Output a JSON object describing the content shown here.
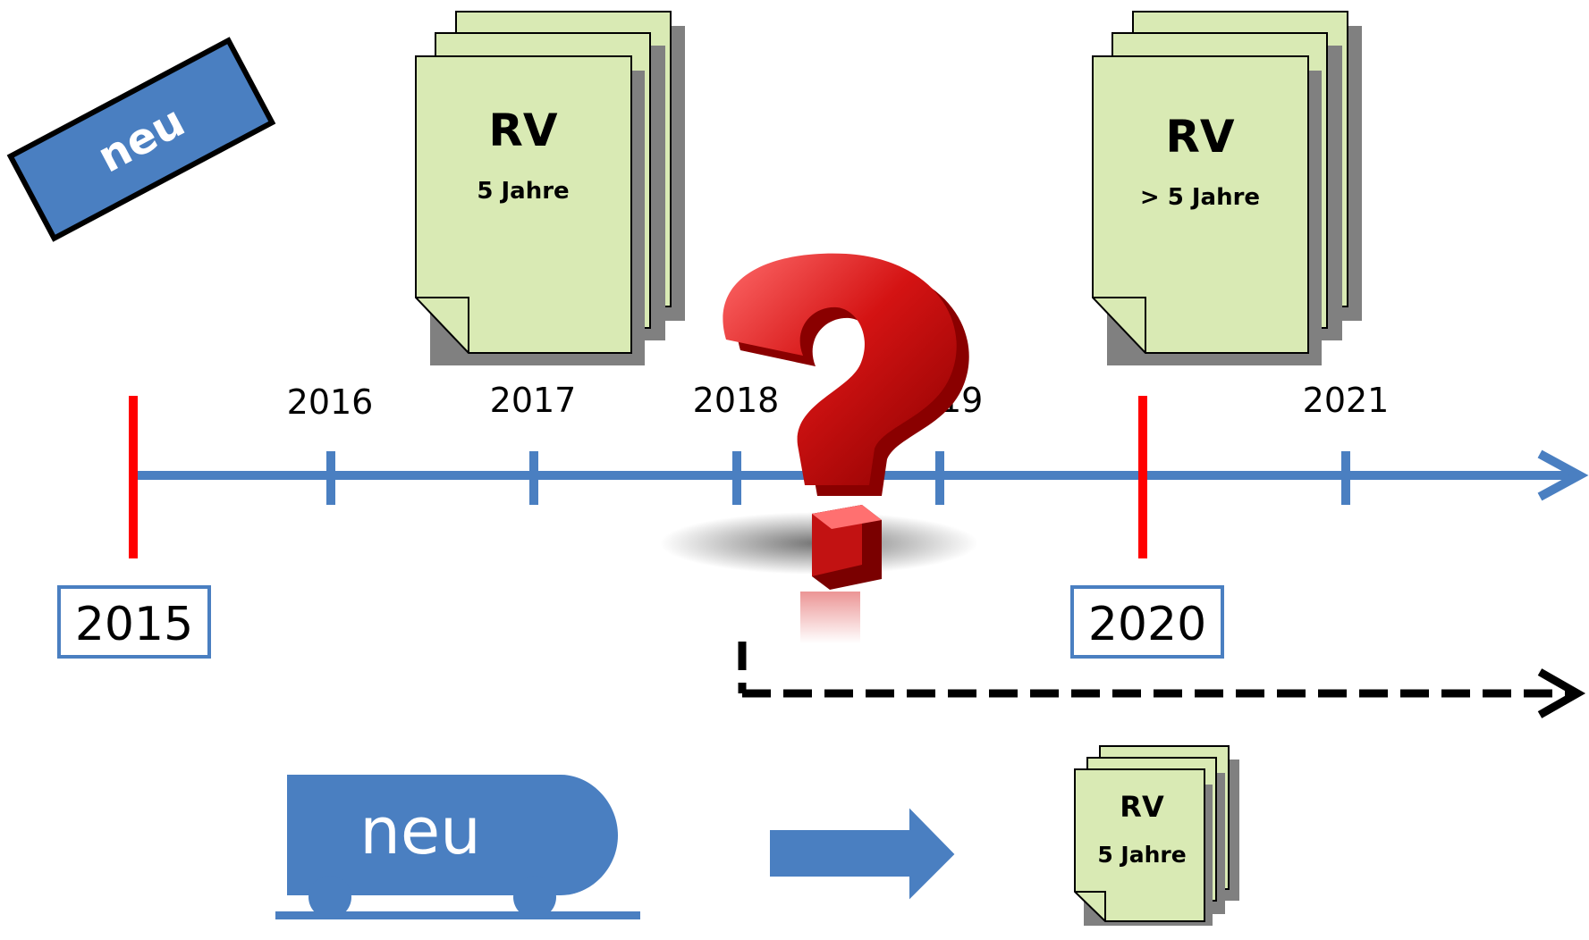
{
  "badge": {
    "label": "neu"
  },
  "timeline": {
    "years": [
      "2016",
      "2017",
      "2018",
      "2019",
      "2021"
    ],
    "highlight_years": [
      "2015",
      "2020"
    ]
  },
  "documents": [
    {
      "title": "RV",
      "subtitle": "5 Jahre"
    },
    {
      "title": "RV",
      "subtitle": "> 5 Jahre"
    },
    {
      "title": "RV",
      "subtitle": "5 Jahre"
    }
  ],
  "tanker": {
    "label": "neu"
  },
  "colors": {
    "axis_blue": "#4a7fc1",
    "marker_red": "#ff0000",
    "doc_green": "#d9eab4",
    "doc_shadow": "#808080",
    "question_red": "#c40e0e"
  },
  "icons": {
    "question": "question-mark-icon",
    "arrow": "arrow-right-icon"
  }
}
